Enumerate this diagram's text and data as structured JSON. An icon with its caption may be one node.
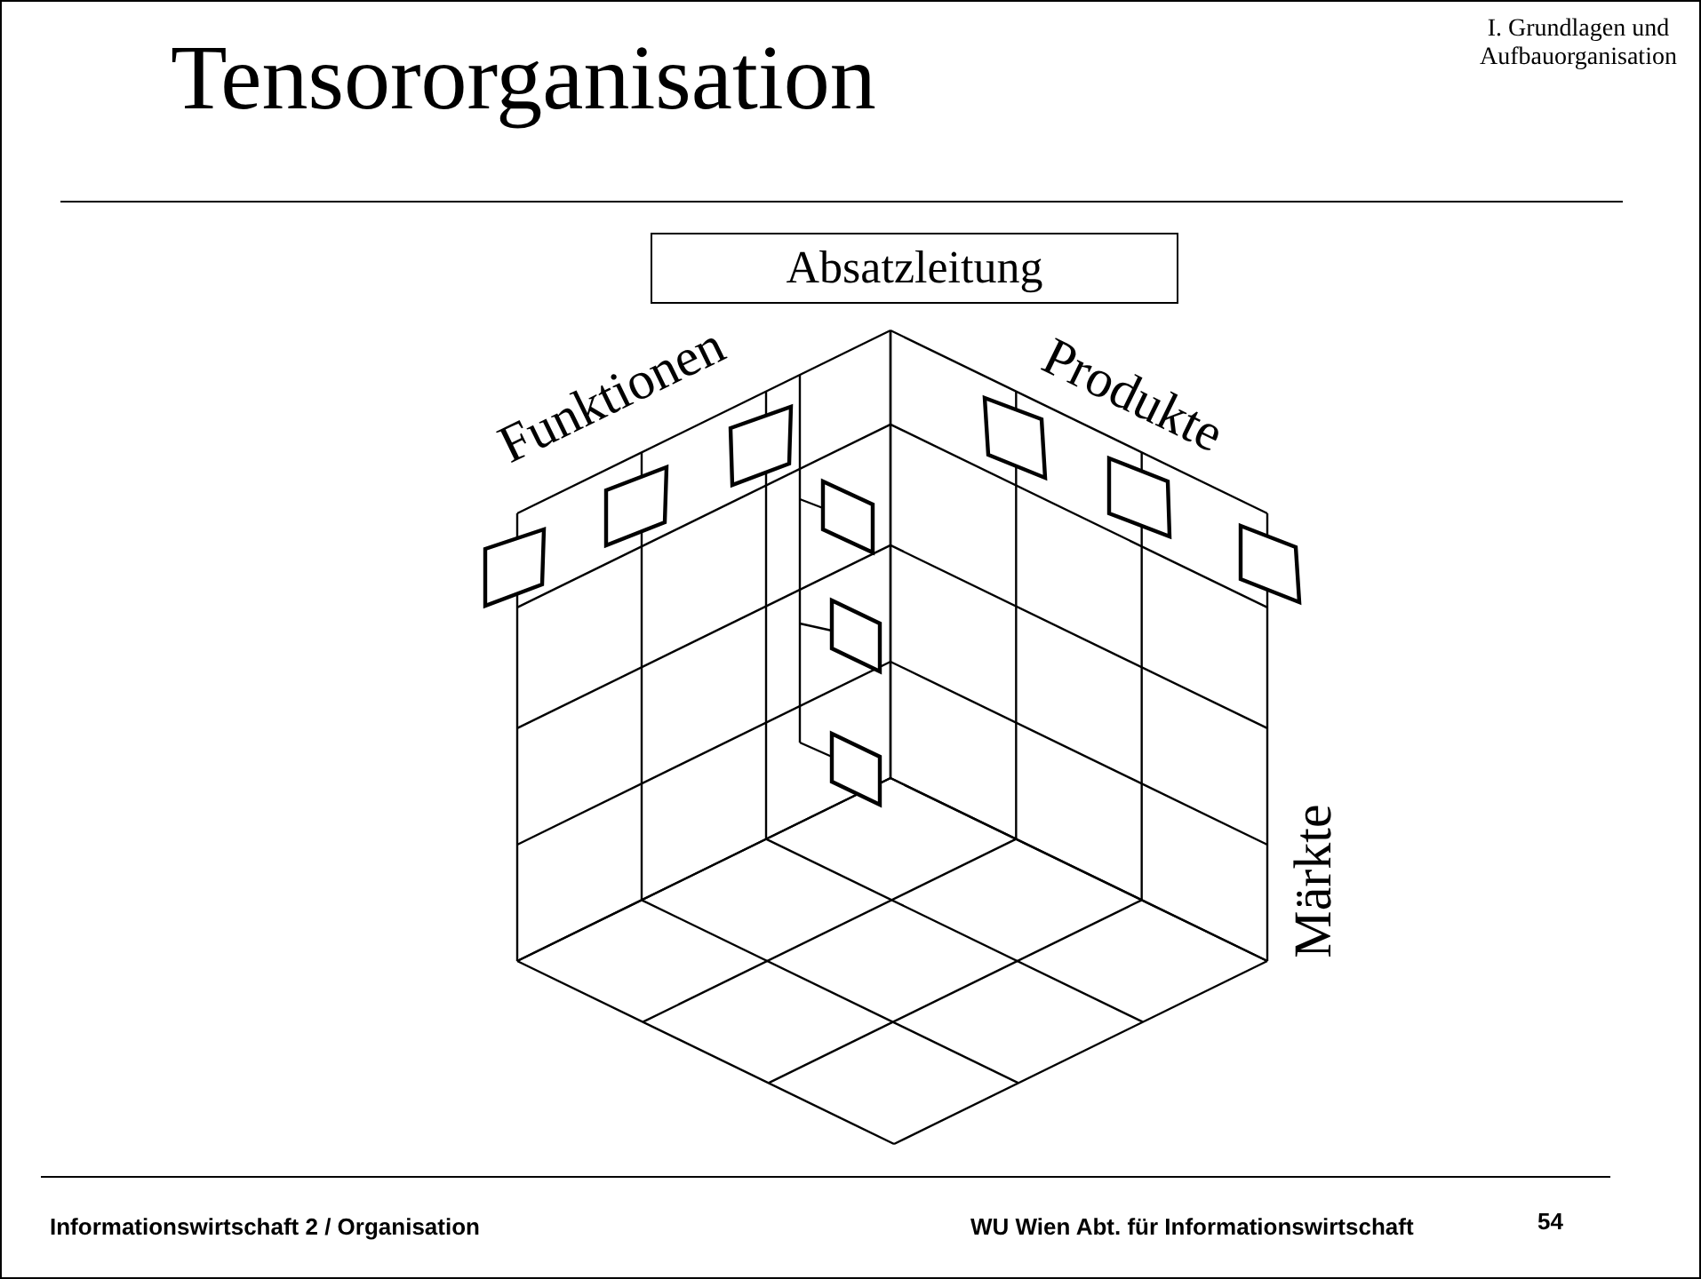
{
  "diagram": {
    "title": "Tensororganisation",
    "nodes": [
      {
        "text": [
          "Absatzleitung"
        ]
      }
    ],
    "labels": [
      "I. Grundlagen und Aufbauorganisation",
      "Funktionen",
      "Produkte",
      "Märkte",
      "Informationswirtschaft 2 / Organisation",
      "WU Wien Abt. für Informationswirtschaft",
      "54"
    ]
  }
}
